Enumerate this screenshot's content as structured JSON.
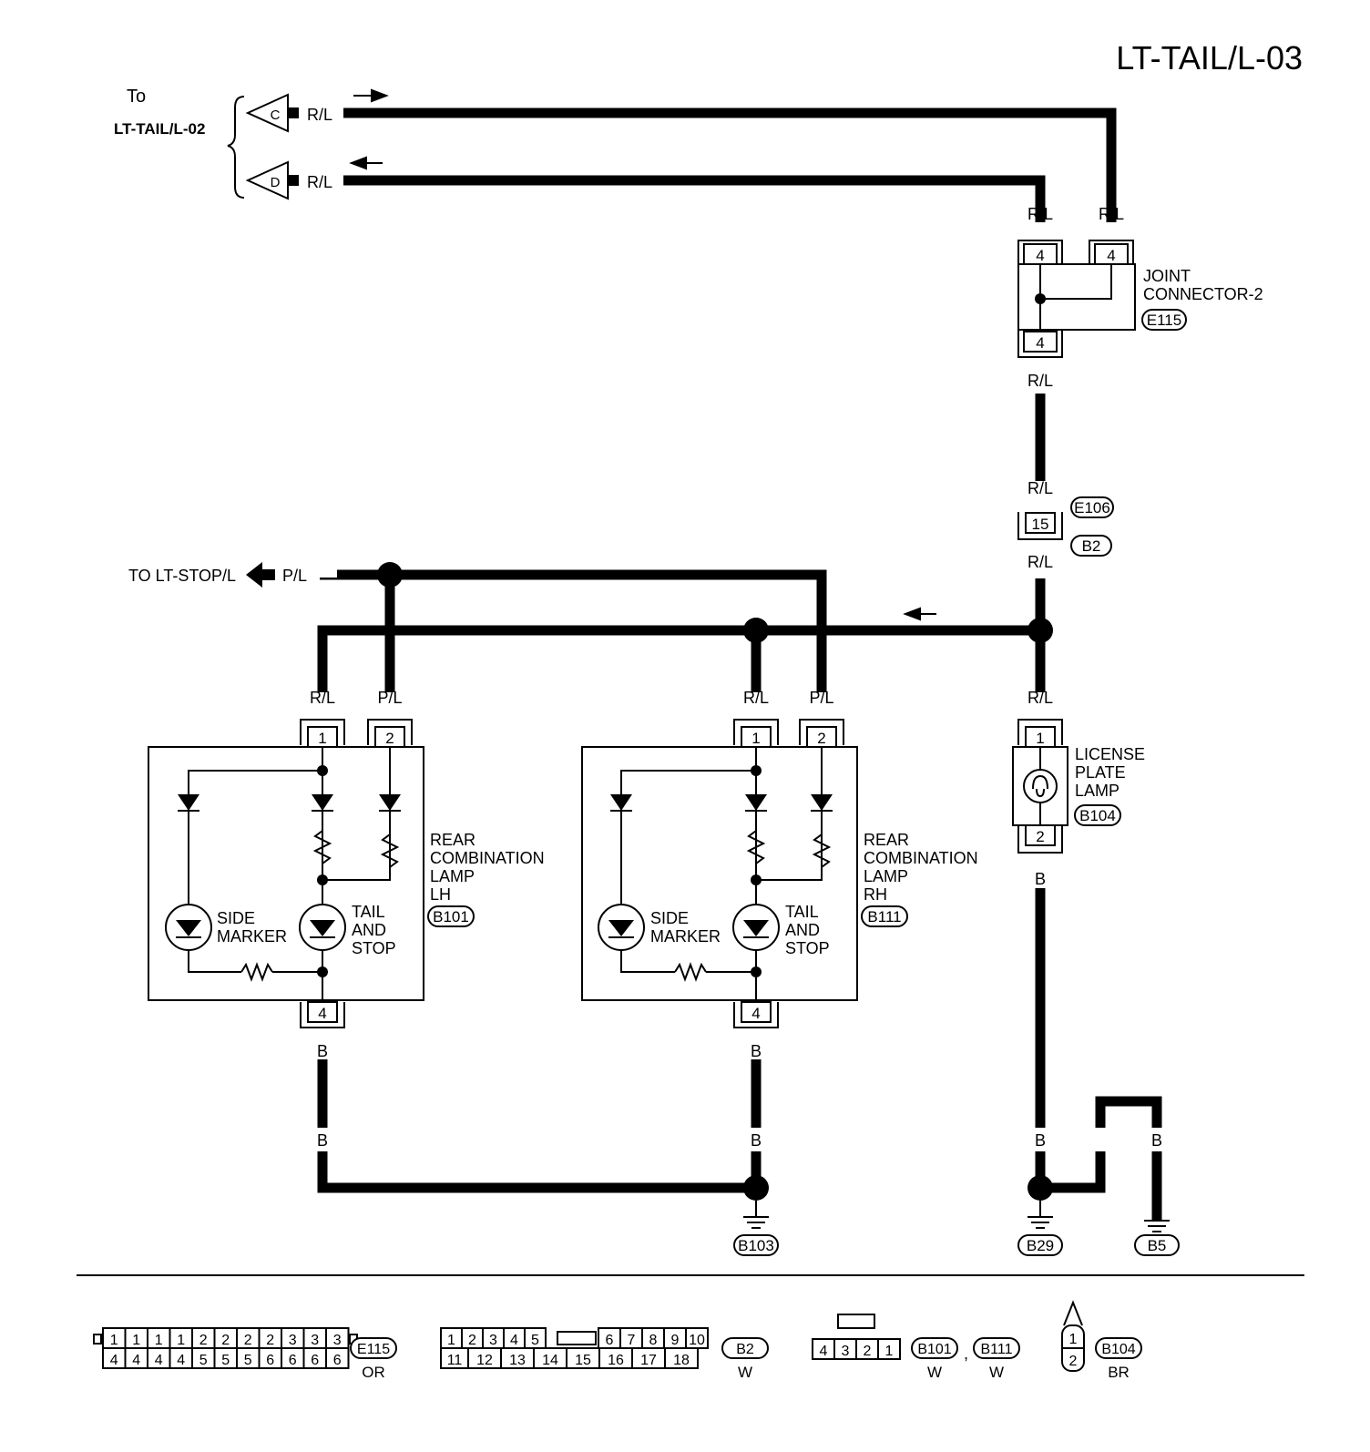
{
  "page_title": "LT-TAIL/L-03",
  "inputs": {
    "to_label": "To",
    "ref": "LT-TAIL/L-02",
    "connector_c": "C",
    "connector_d": "D",
    "wire_c": "R/L",
    "wire_d": "R/L"
  },
  "joint_connector": {
    "name_line1": "JOINT",
    "name_line2": "CONNECTOR-2",
    "code": "E115",
    "pin_in_left": "4",
    "pin_in_right": "4",
    "pin_out": "4",
    "wire_in_left": "R/L",
    "wire_in_right": "R/L",
    "wire_out": "R/L"
  },
  "harness_joint": {
    "wire_top": "R/L",
    "pin": "15",
    "code_top": "E106",
    "code_bottom": "B2",
    "wire_bottom": "R/L"
  },
  "stop_lamp": {
    "label": "TO LT-STOP/L",
    "wire": "P/L"
  },
  "lamp_lh": {
    "name_line1": "REAR",
    "name_line2": "COMBINATION",
    "name_line3": "LAMP",
    "name_line4": "LH",
    "code": "B101",
    "pin1": "1",
    "pin2": "2",
    "pin4": "4",
    "wire1": "R/L",
    "wire2": "P/L",
    "wire4": "B",
    "side_marker_1": "SIDE",
    "side_marker_2": "MARKER",
    "tail_1": "TAIL",
    "tail_2": "AND",
    "tail_3": "STOP"
  },
  "lamp_rh": {
    "name_line1": "REAR",
    "name_line2": "COMBINATION",
    "name_line3": "LAMP",
    "name_line4": "RH",
    "code": "B111",
    "pin1": "1",
    "pin2": "2",
    "pin4": "4",
    "wire1": "R/L",
    "wire2": "P/L",
    "wire4": "B",
    "side_marker_1": "SIDE",
    "side_marker_2": "MARKER",
    "tail_1": "TAIL",
    "tail_2": "AND",
    "tail_3": "STOP"
  },
  "license_lamp": {
    "name_line1": "LICENSE",
    "name_line2": "PLATE",
    "name_line3": "LAMP",
    "code": "B104",
    "pin1": "1",
    "pin2": "2",
    "wire_in": "R/L",
    "wire_out": "B"
  },
  "grounds": {
    "wire_lh": "B",
    "wire_rh": "B",
    "wire_lic": "B",
    "wire_b_mid": "B",
    "wire_b5": "B",
    "b103": "B103",
    "b29": "B29",
    "b5": "B5"
  },
  "connector_views": {
    "e115": {
      "code": "E115",
      "color": "OR",
      "top_row": [
        "1",
        "1",
        "1",
        "1",
        "2",
        "2",
        "2",
        "2",
        "3",
        "3",
        "3"
      ],
      "bottom_row": [
        "4",
        "4",
        "4",
        "4",
        "5",
        "5",
        "5",
        "6",
        "6",
        "6",
        "6"
      ]
    },
    "b2": {
      "code": "B2",
      "color": "W",
      "top_left": [
        "1",
        "2",
        "3",
        "4",
        "5"
      ],
      "top_right": [
        "6",
        "7",
        "8",
        "9",
        "10"
      ],
      "bottom_row": [
        "11",
        "12",
        "13",
        "14",
        "15",
        "16",
        "17",
        "18"
      ]
    },
    "b101_b111": {
      "pins": [
        "4",
        "3",
        "2",
        "1"
      ],
      "code_a": "B101",
      "code_b": "B111",
      "sep": ",",
      "color_a": "W",
      "color_b": "W"
    },
    "b104": {
      "pins": [
        "1",
        "2"
      ],
      "code": "B104",
      "color": "BR"
    }
  }
}
